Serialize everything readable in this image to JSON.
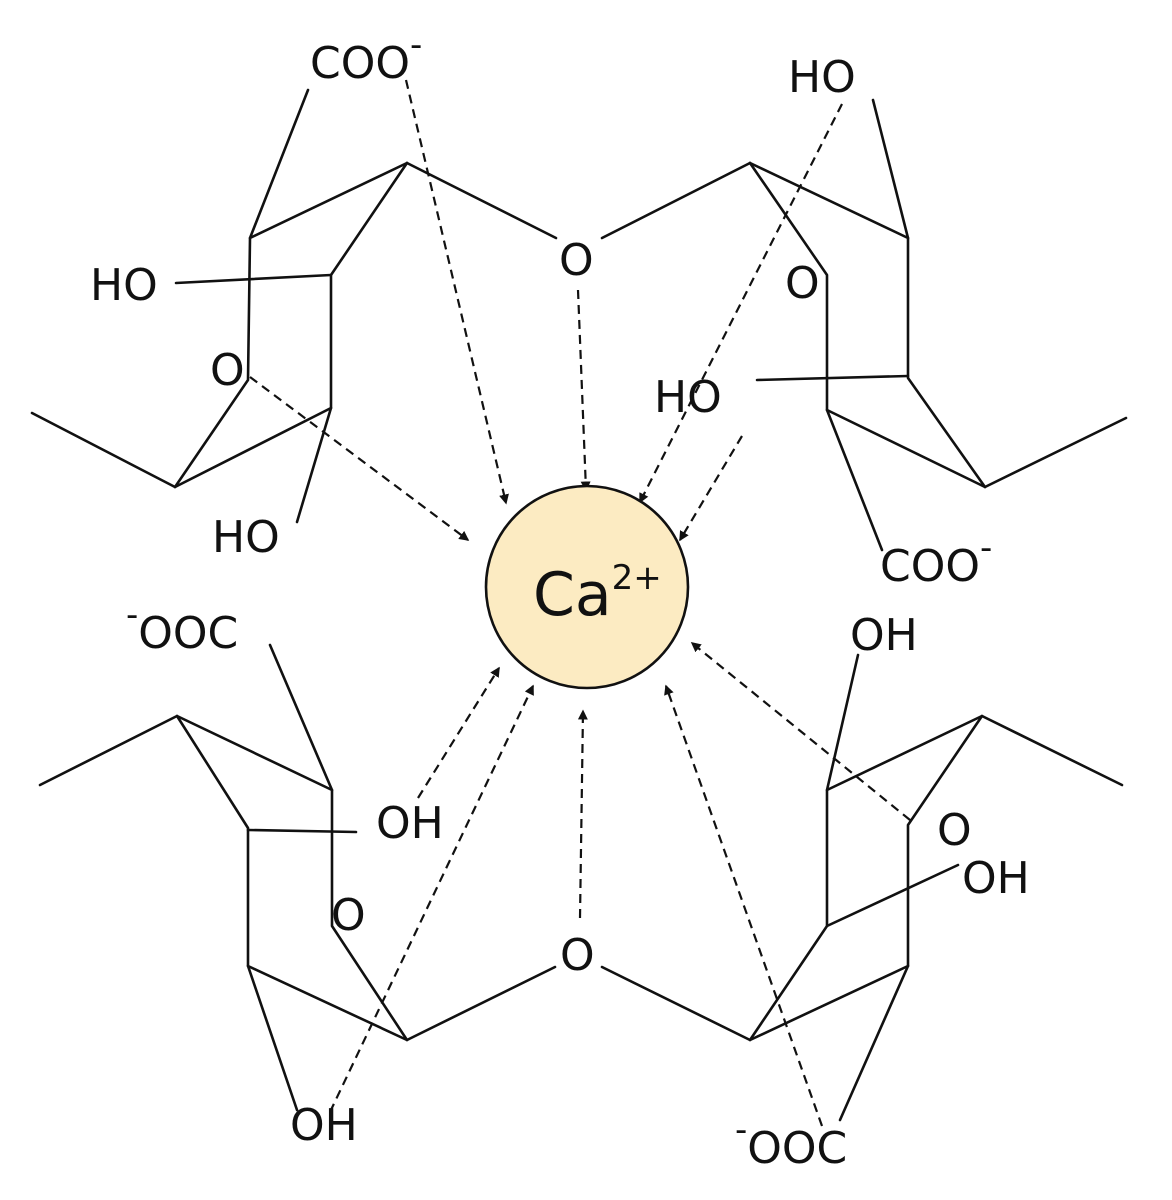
{
  "center": {
    "symbol": "Ca",
    "charge": "2+",
    "fill": "#FCEBC2"
  },
  "labels": {
    "top_left_carboxylate": "COO",
    "top_left_carboxylate_charge": "-",
    "top_left_hydroxyl": "HO",
    "top_left_ring_oxygen": "O",
    "top_left_lower_hydroxyl": "HO",
    "top_bridge_oxygen": "O",
    "top_right_hydroxyl_top": "HO",
    "top_right_ring_oxygen": "O",
    "top_right_hydroxyl_mid": "HO",
    "top_right_carboxylate": "COO",
    "top_right_carboxylate_charge": "-",
    "bottom_left_carboxylate_charge": "-",
    "bottom_left_carboxylate": "OOC",
    "bottom_left_hydroxyl": "OH",
    "bottom_left_ring_oxygen": "O",
    "bottom_left_lower_hydroxyl": "OH",
    "bottom_bridge_oxygen": "O",
    "bottom_right_hydroxyl_top": "OH",
    "bottom_right_ring_oxygen": "O",
    "bottom_right_hydroxyl_mid": "OH",
    "bottom_right_carboxylate_charge": "-",
    "bottom_right_carboxylate": "OOC"
  }
}
